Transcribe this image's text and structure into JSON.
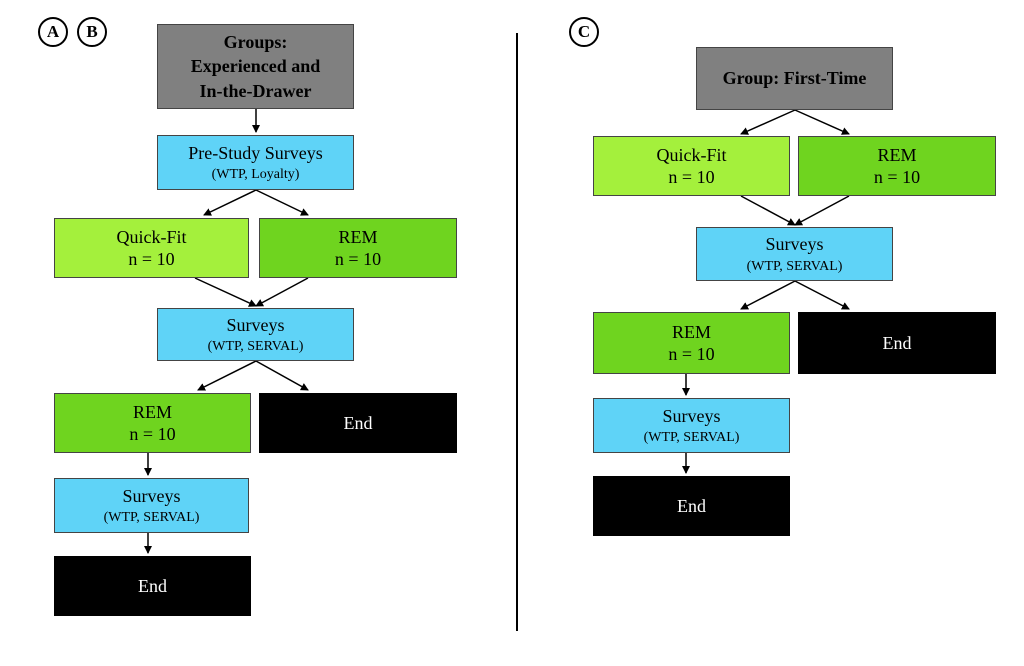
{
  "badges": {
    "a": "A",
    "b": "B",
    "c": "C"
  },
  "left": {
    "groups": {
      "line1": "Groups:",
      "line2": "Experienced and",
      "line3": "In-the-Drawer"
    },
    "pre_study": {
      "title": "Pre-Study Surveys",
      "sub": "(WTP, Loyalty)"
    },
    "quick_fit": {
      "title": "Quick-Fit",
      "n": "n = 10"
    },
    "rem1": {
      "title": "REM",
      "n": "n = 10"
    },
    "surveys1": {
      "title": "Surveys",
      "sub": "(WTP, SERVAL)"
    },
    "rem2": {
      "title": "REM",
      "n": "n = 10"
    },
    "end1": "End",
    "surveys2": {
      "title": "Surveys",
      "sub": "(WTP, SERVAL)"
    },
    "end2": "End"
  },
  "right": {
    "group": "Group: First-Time",
    "quick_fit": {
      "title": "Quick-Fit",
      "n": "n = 10"
    },
    "rem1": {
      "title": "REM",
      "n": "n = 10"
    },
    "surveys1": {
      "title": "Surveys",
      "sub": "(WTP, SERVAL)"
    },
    "rem2": {
      "title": "REM",
      "n": "n = 10"
    },
    "end1": "End",
    "surveys2": {
      "title": "Surveys",
      "sub": "(WTP, SERVAL)"
    },
    "end2": "End"
  },
  "colors": {
    "gray": "#808080",
    "blue": "#5fd3f7",
    "lime": "#a4f03c",
    "green": "#6fd41f",
    "black": "#000000"
  }
}
